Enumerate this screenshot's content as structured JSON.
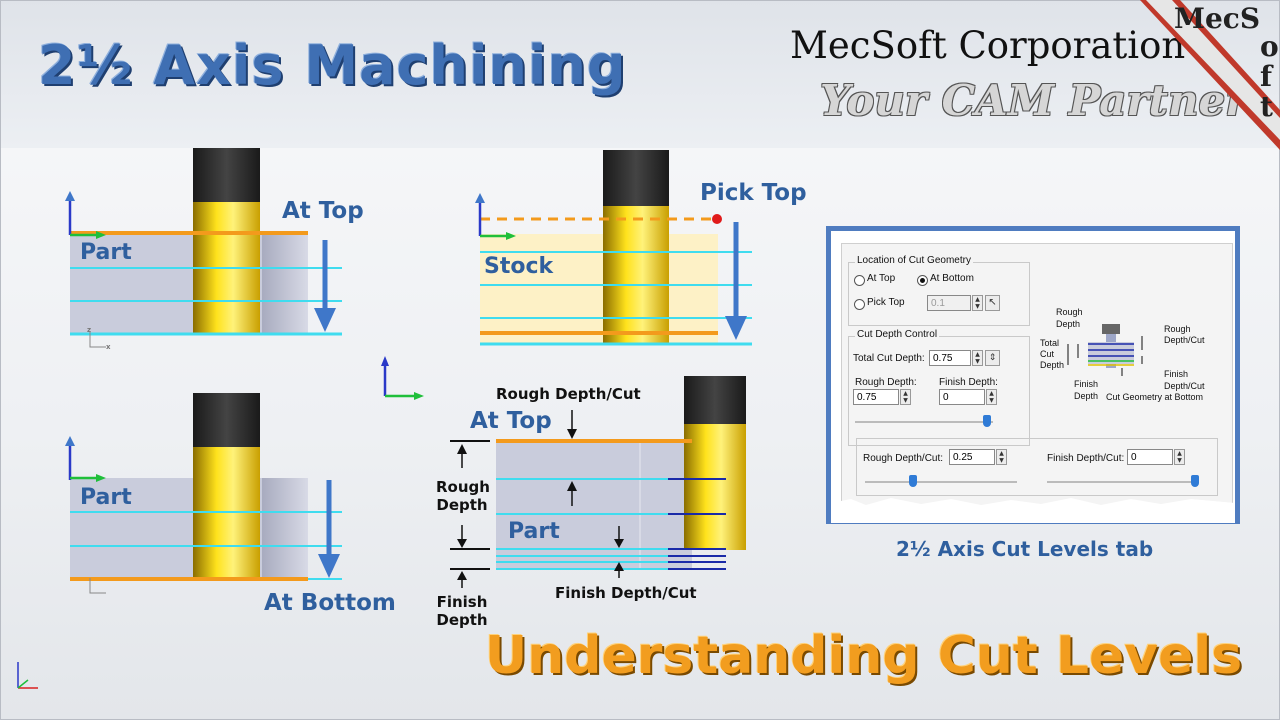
{
  "header": {
    "title": "2½ Axis Machining",
    "company": "MecSoft Corporation",
    "tagline": "Your CAM Partner",
    "logo_row": "MecS",
    "logo_col": [
      "o",
      "f",
      "t"
    ]
  },
  "diagrams": {
    "top_left": {
      "part_label": "Part",
      "level_label": "At Top"
    },
    "top_right": {
      "stock_label": "Stock",
      "level_label": "Pick Top"
    },
    "bottom_left": {
      "part_label": "Part",
      "level_label": "At Bottom"
    },
    "detail": {
      "level_label": "At Top",
      "part_label": "Part",
      "rough_cut": "Rough Depth/Cut",
      "rough_depth": [
        "Rough",
        "Depth"
      ],
      "finish_depth": [
        "Finish",
        "Depth"
      ],
      "finish_cut": "Finish Depth/Cut"
    },
    "axis_tick_x": "x",
    "axis_tick_z": "z"
  },
  "dialog": {
    "location_group": "Location of Cut Geometry",
    "at_top": "At Top",
    "at_bottom": "At Bottom",
    "pick_top": "Pick Top",
    "pick_top_value": "0.1",
    "selected": "at_bottom",
    "depth_group": "Cut Depth Control",
    "total_cut_depth_label": "Total Cut Depth:",
    "total_cut_depth": "0.75",
    "rough_depth_label": "Rough Depth:",
    "rough_depth": "0.75",
    "finish_depth_label": "Finish Depth:",
    "finish_depth": "0",
    "rough_cut_label": "Rough Depth/Cut:",
    "rough_cut": "0.25",
    "finish_cut_label": "Finish Depth/Cut:",
    "finish_cut": "0",
    "mini": {
      "rough_depth": [
        "Rough",
        "Depth"
      ],
      "total_cut_depth": [
        "Total",
        "Cut",
        "Depth"
      ],
      "finish_depth": [
        "Finish",
        "Depth"
      ],
      "rough_cut": [
        "Rough",
        "Depth/Cut"
      ],
      "finish_cut": [
        "Finish",
        "Depth/Cut"
      ],
      "cut_geometry": "Cut Geometry at Bottom"
    }
  },
  "dialog_caption": "2½ Axis Cut Levels tab",
  "subtitle": "Understanding Cut Levels",
  "colors": {
    "title_blue": "#3f6fb3",
    "orange": "#f29d1f",
    "part_fill": "#c9ccdc",
    "stock_fill": "#fdf1c6",
    "cyan": "#3fdcef",
    "level_orange": "#f39a1c",
    "arrow_blue": "#3f77c9",
    "tool_yellow": "#ffe21c"
  }
}
